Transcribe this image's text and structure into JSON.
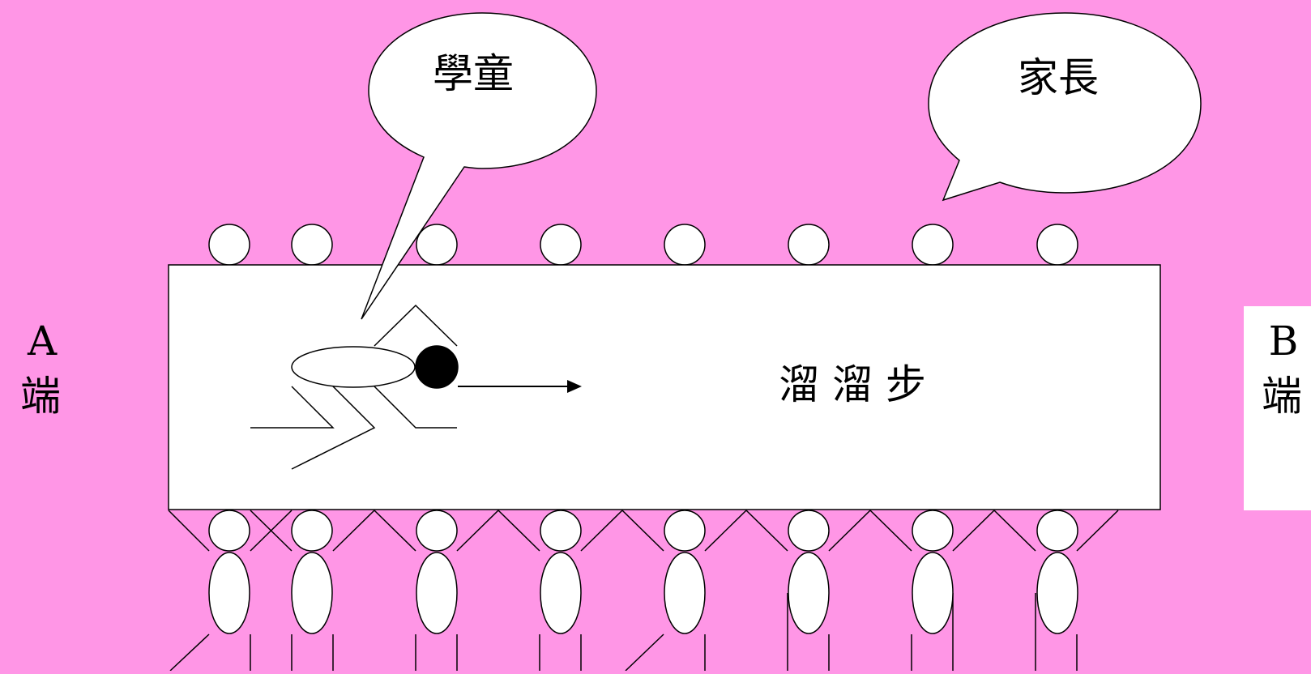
{
  "diagram": {
    "title": "溜 溜 步",
    "label_a_letter": "A",
    "label_a_char": "端",
    "label_b_letter": "B",
    "label_b_char": "端",
    "bubble_student": "學童",
    "bubble_parent": "家長"
  },
  "colors": {
    "background": "#FF96E6",
    "stroke": "#000000",
    "fill": "#FFFFFF"
  }
}
